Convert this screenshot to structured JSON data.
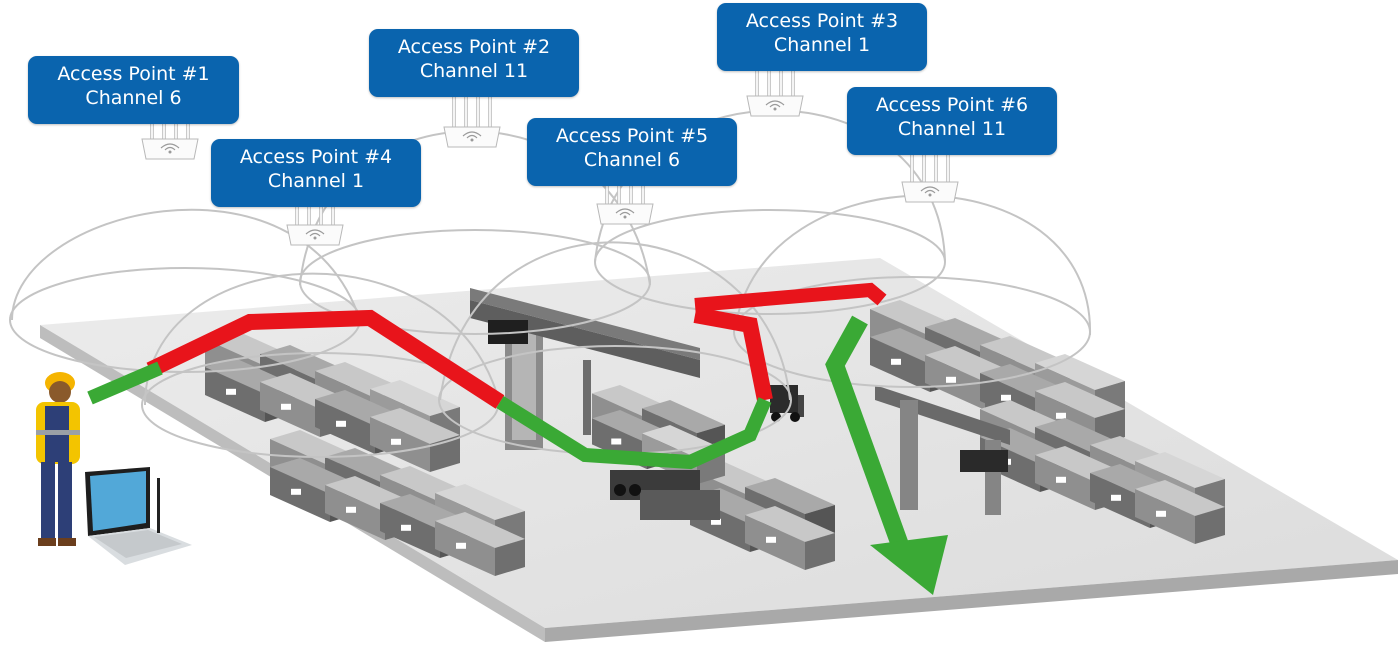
{
  "colors": {
    "label_bg": "#0a64ae",
    "label_text": "#ffffff",
    "floor": "#e3e3e3",
    "poor_path": "#e8141b",
    "good_path": "#3aa935",
    "coverage_ring": "#c9c9c9"
  },
  "access_points": [
    {
      "id": "ap1",
      "title": "Access Point #1",
      "channel": "Channel 6"
    },
    {
      "id": "ap2",
      "title": "Access Point #2",
      "channel": "Channel 11"
    },
    {
      "id": "ap3",
      "title": "Access Point #3",
      "channel": "Channel 1"
    },
    {
      "id": "ap4",
      "title": "Access Point #4",
      "channel": "Channel 1"
    },
    {
      "id": "ap5",
      "title": "Access Point #5",
      "channel": "Channel 6"
    },
    {
      "id": "ap6",
      "title": "Access Point #6",
      "channel": "Channel 11"
    }
  ],
  "icons": {
    "router": "wifi-router-icon",
    "worker": "worker-icon",
    "laptop": "laptop-icon",
    "forklift": "forklift-icon",
    "crane": "gantry-crane-icon",
    "truck": "truck-icon",
    "container": "shipping-container-icon"
  }
}
